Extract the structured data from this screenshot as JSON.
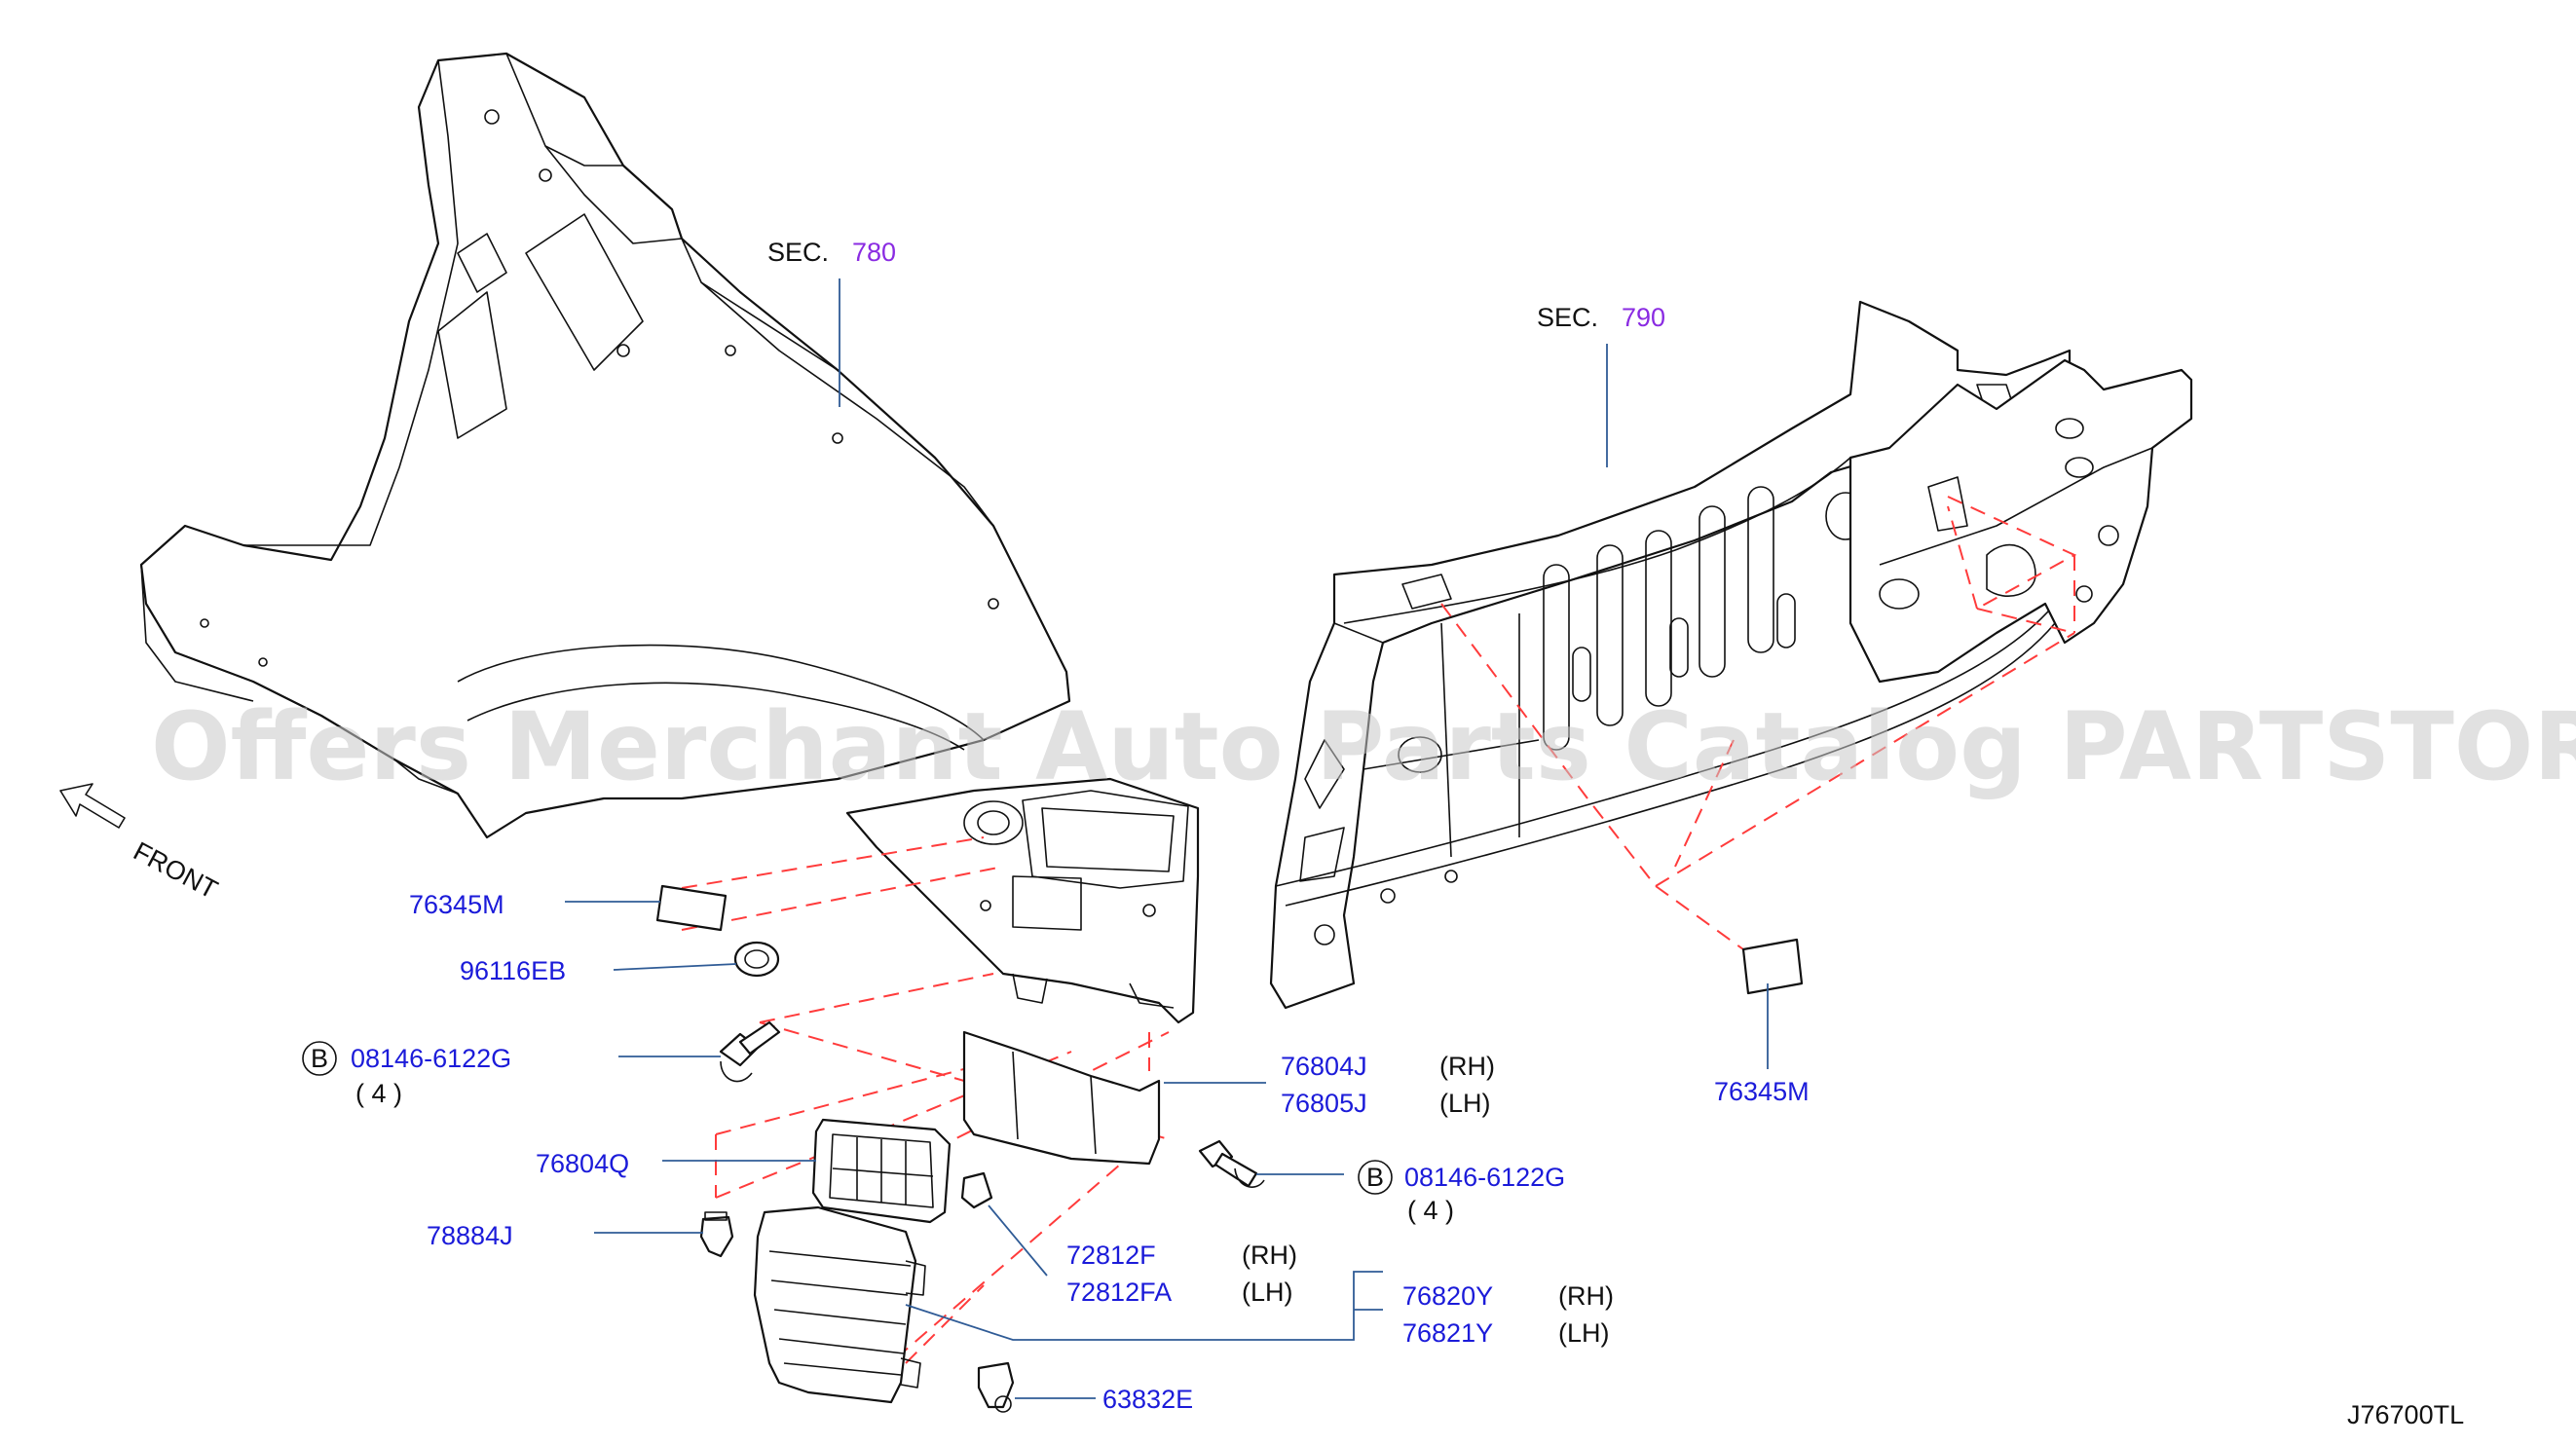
{
  "diagram_code": "J76700TL",
  "watermark": "Offers Merchant Auto Parts Catalog PARTSTORE.SA",
  "front_label": "FRONT",
  "section_refs": [
    {
      "prefix": "SEC.",
      "number": "780"
    },
    {
      "prefix": "SEC.",
      "number": "790"
    }
  ],
  "callouts": {
    "p76345m_left": "76345M",
    "p96116eb": "96116EB",
    "bolt_left_circle": "B",
    "bolt_left_number": "08146-6122G",
    "bolt_left_qty": "(  4  )",
    "p76804j": "76804J",
    "p76804j_side": "(RH)",
    "p76805j": "76805J",
    "p76805j_side": "(LH)",
    "p76345m_right": "76345M",
    "p76804q": "76804Q",
    "bolt_right_circle": "B",
    "bolt_right_number": "08146-6122G",
    "bolt_right_qty": "(  4  )",
    "p78884j": "78884J",
    "p72812f": "72812F",
    "p72812f_side": "(RH)",
    "p72812fa": "72812FA",
    "p72812fa_side": "(LH)",
    "p76820y": "76820Y",
    "p76820y_side": "(RH)",
    "p76821y": "76821Y",
    "p76821y_side": "(LH)",
    "p63832e": "63832E"
  },
  "colors": {
    "part_number": "#1b1bd9",
    "section_number": "#8a2be2",
    "leader_line": "#2f5b96",
    "phantom_line": "#ff3b3b",
    "outline": "#111111"
  }
}
